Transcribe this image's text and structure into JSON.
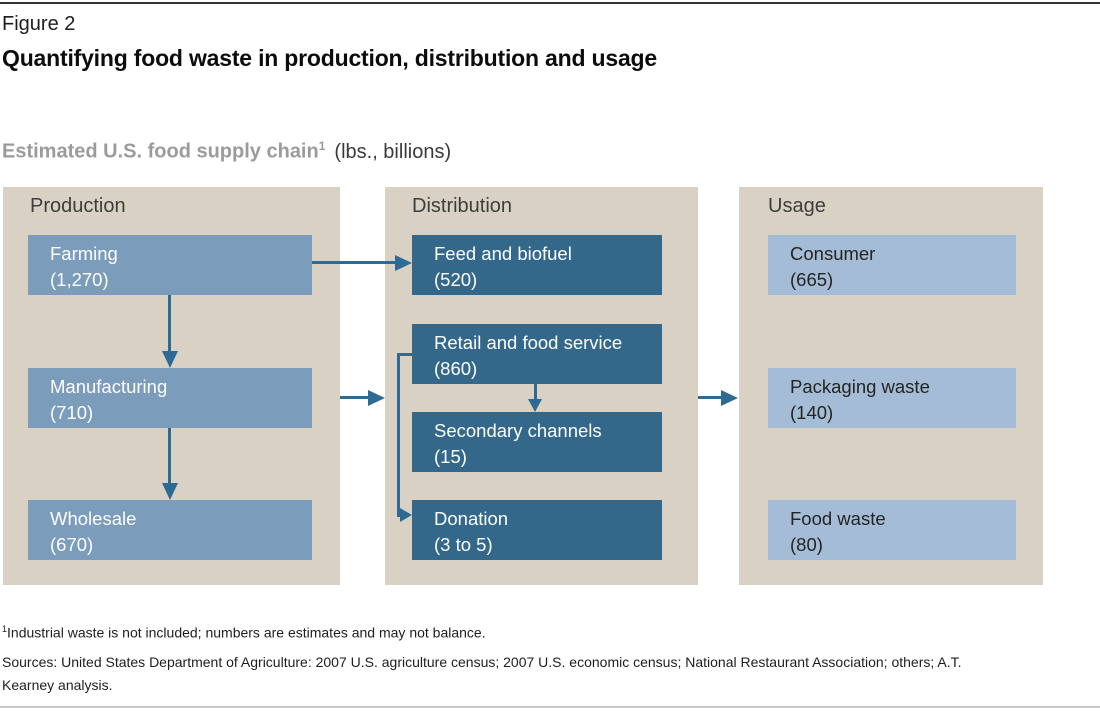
{
  "header": {
    "figure_label": "Figure 2",
    "title": "Quantifying food waste in production, distribution and usage",
    "subtitle": {
      "bold": "Estimated U.S. food supply chain",
      "sup": "1",
      "units": "(lbs., billions)"
    }
  },
  "diagram": {
    "columns": [
      {
        "title": "Production",
        "boxes": [
          {
            "label": "Farming",
            "value": "(1,270)"
          },
          {
            "label": "Manufacturing",
            "value": "(710)"
          },
          {
            "label": "Wholesale",
            "value": "(670)"
          }
        ]
      },
      {
        "title": "Distribution",
        "boxes": [
          {
            "label": "Feed and biofuel",
            "value": "(520)"
          },
          {
            "label": "Retail and food service",
            "value": "(860)"
          },
          {
            "label": "Secondary channels",
            "value": "(15)"
          },
          {
            "label": "Donation",
            "value": "(3 to 5)"
          }
        ]
      },
      {
        "title": "Usage",
        "boxes": [
          {
            "label": "Consumer",
            "value": "(665)"
          },
          {
            "label": "Packaging waste",
            "value": "(140)"
          },
          {
            "label": "Food waste",
            "value": "(80)"
          }
        ]
      }
    ],
    "flows": [
      {
        "from": "Farming",
        "to": "Feed and biofuel"
      },
      {
        "from": "Farming",
        "to": "Manufacturing"
      },
      {
        "from": "Manufacturing",
        "to": "Wholesale"
      },
      {
        "from": "Production",
        "to": "Distribution"
      },
      {
        "from": "Retail and food service",
        "to": "Secondary channels"
      },
      {
        "from": "Retail and food service",
        "to": "Donation"
      },
      {
        "from": "Distribution",
        "to": "Usage"
      }
    ]
  },
  "footnotes": {
    "sup": "1",
    "note": "Industrial waste is not included; numbers are estimates and may not balance.",
    "sources": "Sources: United States Department of Agriculture: 2007 U.S. agriculture census; 2007 U.S. economic census; National Restaurant Association; others; A.T. Kearney analysis."
  },
  "colors": {
    "panel_bg": "#d9d2c4",
    "box_medium_blue": "#7b9cbb",
    "box_dark_blue": "#34688b",
    "box_light_blue": "#a4bcd6",
    "arrow_blue": "#2e6b94",
    "subtitle_gray": "#9b9b9b"
  }
}
